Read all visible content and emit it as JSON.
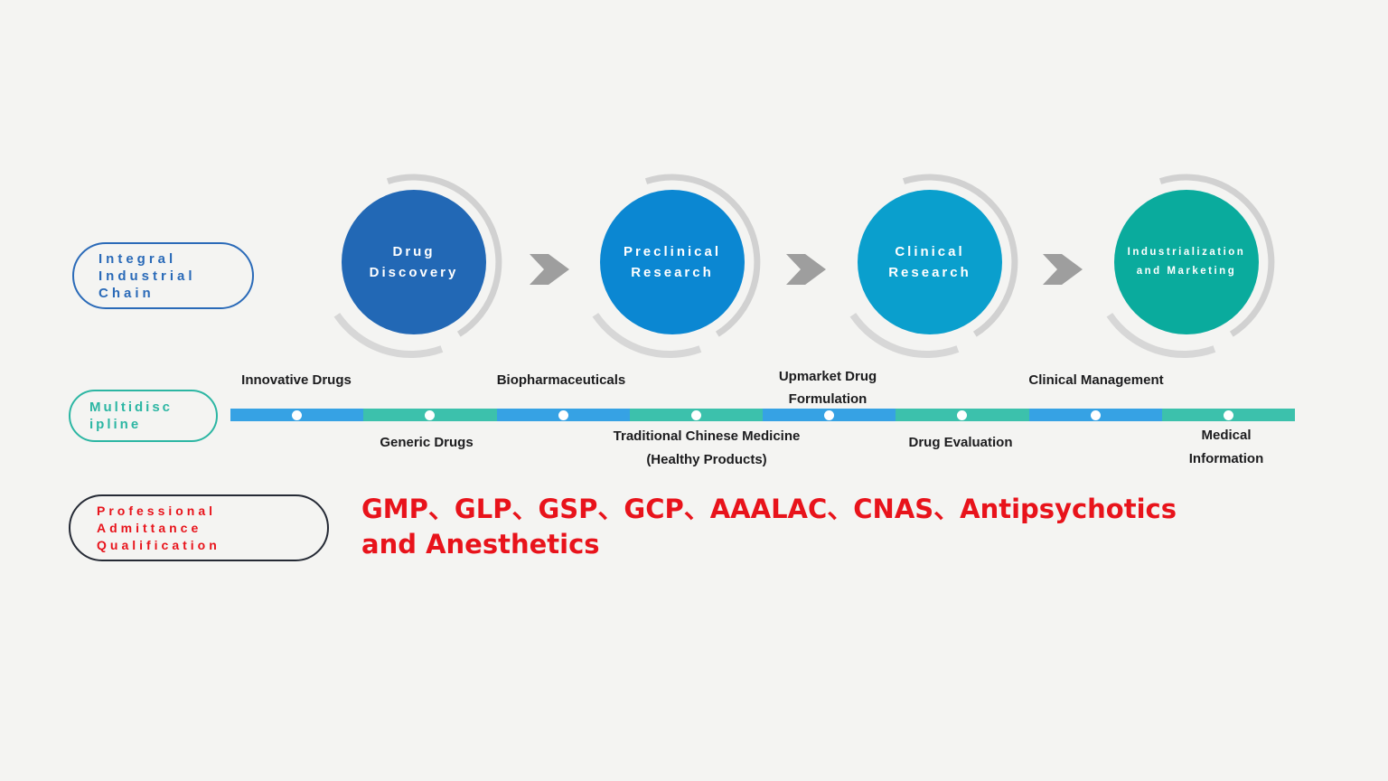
{
  "canvas": {
    "background": "#f4f4f2"
  },
  "industrial_chain": {
    "label": {
      "lines": [
        "Integral",
        "Industrial",
        "Chain"
      ],
      "color": "#2a6ab8"
    },
    "stages": [
      {
        "name": "drug-discovery",
        "lines": [
          "Drug",
          "Discovery"
        ],
        "color": "#2268b5"
      },
      {
        "name": "preclinical-research",
        "lines": [
          "Preclinical",
          "Research"
        ],
        "color": "#0b87d2"
      },
      {
        "name": "clinical-research",
        "lines": [
          "Clinical",
          "Research"
        ],
        "color": "#0a9fcd"
      },
      {
        "name": "industrialization-and-marketing",
        "lines": [
          "Industrialization",
          "and Marketing"
        ],
        "color": "#0aab9d"
      }
    ],
    "arrow_color": "#9e9e9e",
    "arc_color": "#d1d1d1"
  },
  "multidiscipline": {
    "label": {
      "lines": [
        "Multidisc",
        "ipline"
      ],
      "color": "#2cb6a3"
    },
    "bar_colors": {
      "blue": "#36a2e4",
      "teal": "#3cc1ac"
    },
    "items": [
      {
        "lines": [
          "Innovative Drugs"
        ],
        "position": "above",
        "segment": "blue"
      },
      {
        "lines": [
          "Generic Drugs"
        ],
        "position": "below",
        "segment": "teal"
      },
      {
        "lines": [
          "Biopharmaceuticals"
        ],
        "position": "above",
        "segment": "blue"
      },
      {
        "lines": [
          "Traditional Chinese Medicine",
          "(Healthy Products)"
        ],
        "position": "below",
        "segment": "teal"
      },
      {
        "lines": [
          "Upmarket Drug",
          "Formulation"
        ],
        "position": "above",
        "segment": "blue"
      },
      {
        "lines": [
          "Drug Evaluation"
        ],
        "position": "below",
        "segment": "teal"
      },
      {
        "lines": [
          "Clinical Management"
        ],
        "position": "above",
        "segment": "blue"
      },
      {
        "lines": [
          "Medical",
          "Information"
        ],
        "position": "below",
        "segment": "teal"
      }
    ]
  },
  "qualification": {
    "label": {
      "lines": [
        "Professional",
        "Admittance",
        "Qualification"
      ],
      "color": "#e8131b",
      "border_color": "#252a35"
    },
    "text": "GMP、GLP、GSP、GCP、AAALAC、CNAS、Antipsychotics and Anesthetics",
    "color": "#e8131b"
  }
}
